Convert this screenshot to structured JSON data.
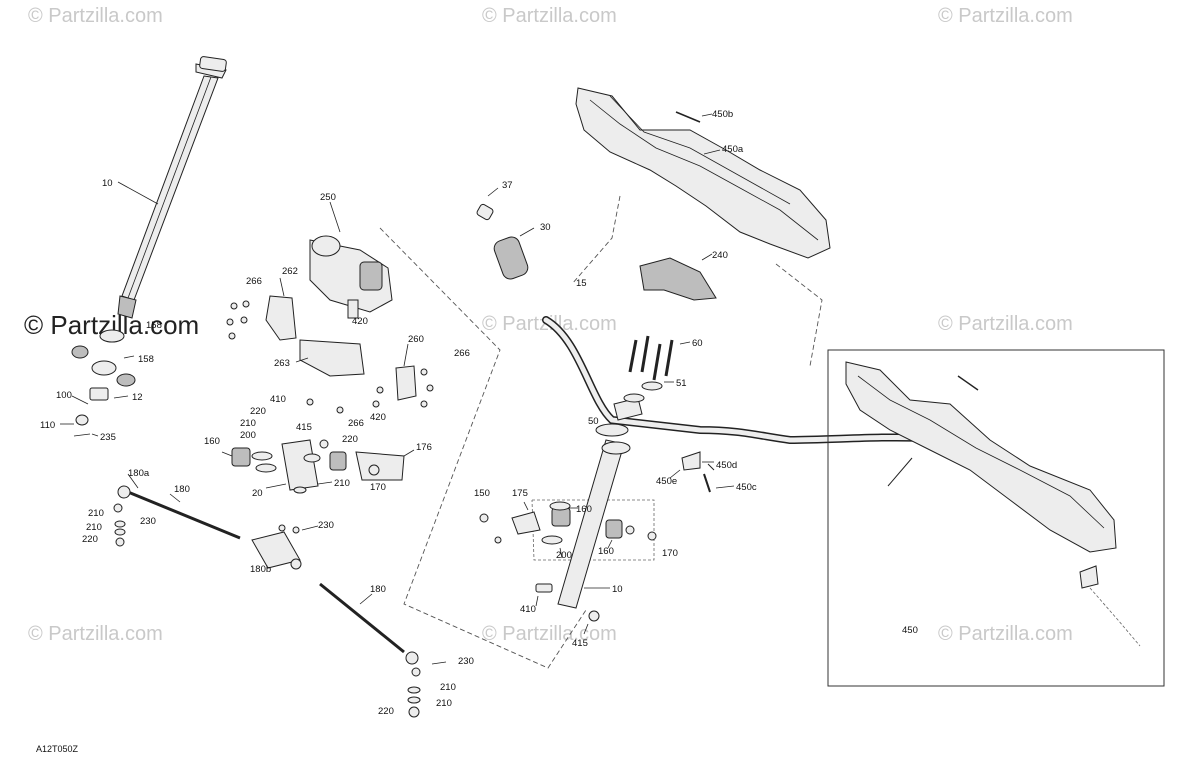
{
  "watermarks": {
    "text": "© Partzilla.com",
    "prominent": "© Partzilla.com"
  },
  "drawing_code": "A12T050Z",
  "callouts": {
    "c10a": "10",
    "c15": "15",
    "c37": "37",
    "c30": "30",
    "c450b": "450b",
    "c450a": "450a",
    "c240": "240",
    "c250": "250",
    "c266a": "266",
    "c262": "262",
    "c420a": "420",
    "c263": "263",
    "c260": "260",
    "c266b": "266",
    "c420b": "420",
    "c266c": "266",
    "c158a": "158",
    "c158b": "158",
    "c12": "12",
    "c100": "100",
    "c110": "110",
    "c235": "235",
    "c410a": "410",
    "c220a": "220",
    "c210a": "210",
    "c200a": "200",
    "c160a": "160",
    "c415a": "415",
    "c220b": "220",
    "c20": "20",
    "c210b": "210",
    "c176": "176",
    "c170a": "170",
    "c180a": "180a",
    "c180": "180",
    "c210c": "210",
    "c230a": "230",
    "c210d": "210",
    "c220c": "220",
    "c230b": "230",
    "c180b": "180b",
    "c180c": "180",
    "c230c": "230",
    "c210e": "210",
    "c210f": "210",
    "c220d": "220",
    "c60": "60",
    "c51": "51",
    "c50": "50",
    "c450d": "450d",
    "c450e": "450e",
    "c450c": "450c",
    "c150": "150",
    "c175": "175",
    "c160b": "160",
    "c200b": "200",
    "c160c": "160",
    "c170b": "170",
    "c10b": "10",
    "c410b": "410",
    "c415b": "415",
    "c450": "450"
  },
  "icons": [
    "steering-column",
    "power-steering-unit",
    "handlebar",
    "windshield",
    "tie-rod",
    "bracket",
    "bearing",
    "bolt",
    "nut",
    "washer",
    "grip"
  ]
}
